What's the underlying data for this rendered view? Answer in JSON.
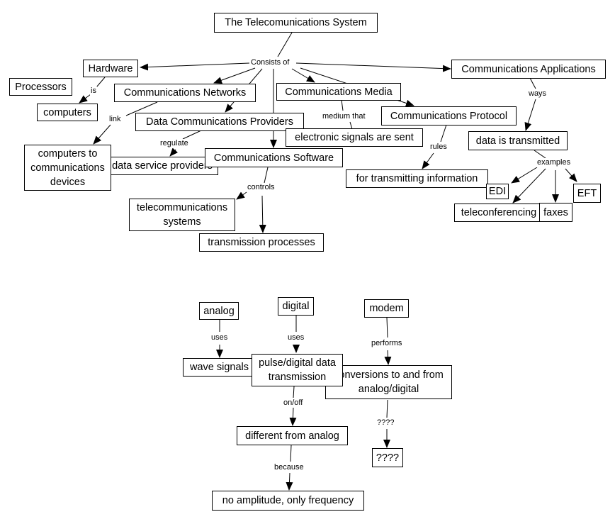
{
  "nodes": {
    "root": "The Telecomunications System",
    "hardware": "Hardware",
    "processors": "Processors",
    "computers": "computers",
    "comm_networks": "Communications Networks",
    "computers_to_devices": "computers to communications devices",
    "data_comm_providers": "Data Communications Providers",
    "data_service_providers": "data service providers",
    "comm_media": "Communications Media",
    "electronic_signals": "electronic signals are sent",
    "comm_protocol": "Communications Protocol",
    "for_transmitting": "for transmitting information",
    "comm_software": "Communications Software",
    "telecom_systems": "telecommunications systems",
    "transmission_processes": "transmission processes",
    "comm_applications": "Communications Applications",
    "data_transmitted": "data is transmitted",
    "edi": "EDI",
    "eft": "EFT",
    "faxes": "faxes",
    "teleconferencing": "teleconferencing",
    "analog": "analog",
    "wave_signals": "wave signals",
    "digital": "digital",
    "pulse_digital": "pulse/digital data transmission",
    "modem": "modem",
    "conversions": "conversions to and from analog/digital",
    "different_from_analog": "different from analog",
    "no_amplitude": "no amplitude, only frequency",
    "qqqq": "????"
  },
  "links": {
    "consists_of": "Consists of",
    "is": "is",
    "link": "link",
    "regulate": "regulate",
    "medium_that": "medium that",
    "rules": "rules",
    "controls": "controls",
    "ways": "ways",
    "examples": "examples",
    "uses_analog": "uses",
    "uses_digital": "uses",
    "performs": "performs",
    "on_off": "on/off",
    "because": "because",
    "qqqq_link": "????"
  }
}
